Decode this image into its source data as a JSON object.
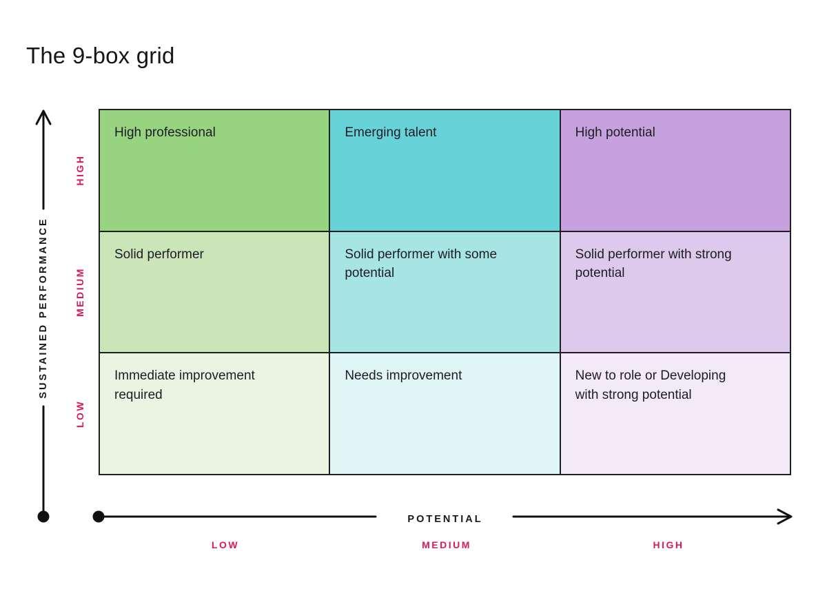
{
  "title": "The 9-box grid",
  "accent_color": "#d9195c",
  "grid_border_color": "#1f1f1f",
  "cells": {
    "r1c1": {
      "label": "High professional",
      "bg": "#98d480"
    },
    "r1c2": {
      "label": "Emerging talent",
      "bg": "#67d3d9"
    },
    "r1c3": {
      "label": "High potential",
      "bg": "#c7a1dd"
    },
    "r2c1": {
      "label": "Solid performer",
      "bg": "#cbe4b8"
    },
    "r2c2": {
      "label": "Solid performer with some potential",
      "bg": "#a7e4e4"
    },
    "r2c3": {
      "label": "Solid performer with strong potential",
      "bg": "#ddc9ec"
    },
    "r3c1": {
      "label": "Immediate improvement required",
      "bg": "#eaf4e3"
    },
    "r3c2": {
      "label": "Needs improvement",
      "bg": "#dff5f6"
    },
    "r3c3": {
      "label": "New to role or Developing with strong potential",
      "bg": "#f2eaf7"
    }
  },
  "y_axis": {
    "label": "SUSTAINED PERFORMANCE",
    "ticks": {
      "high": "HIGH",
      "medium": "MEDIUM",
      "low": "LOW"
    }
  },
  "x_axis": {
    "label": "POTENTIAL",
    "ticks": {
      "low": "LOW",
      "medium": "MEDIUM",
      "high": "HIGH"
    }
  }
}
